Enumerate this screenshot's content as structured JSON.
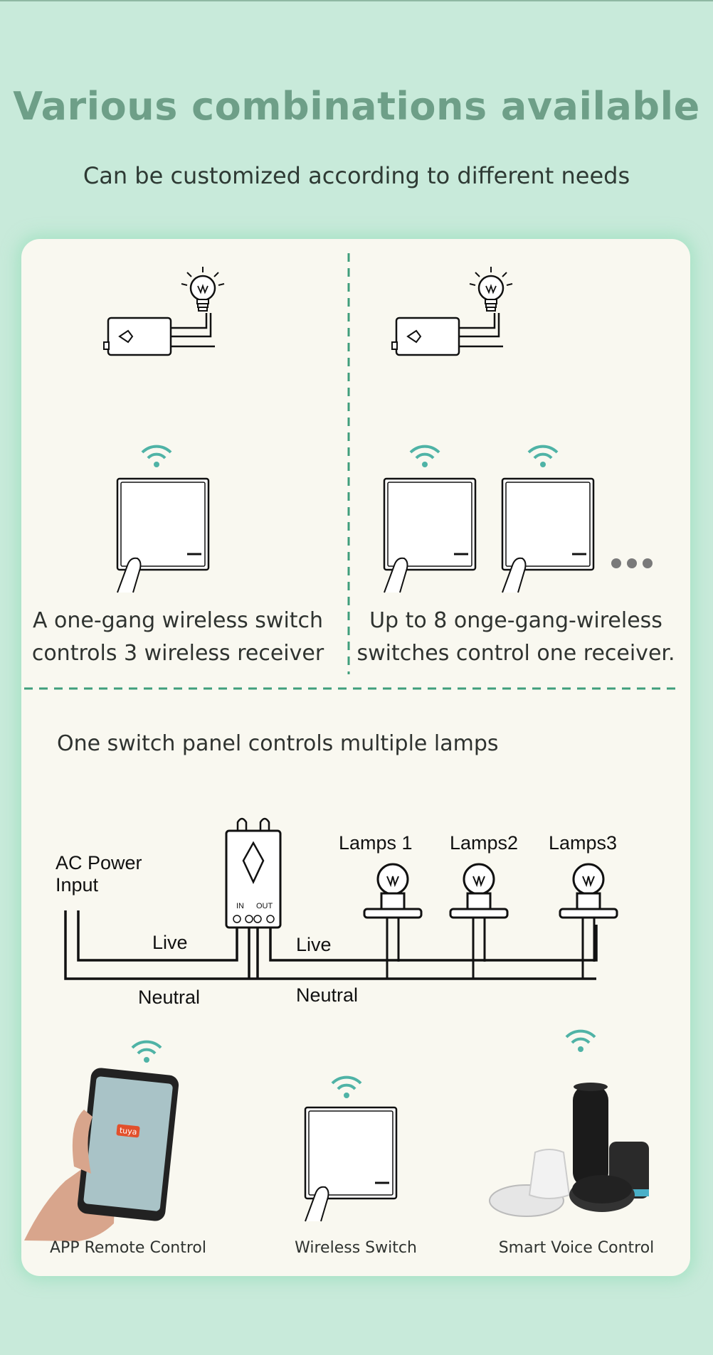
{
  "header": {
    "title": "Various combinations available",
    "subtitle": "Can be customized according to different needs"
  },
  "panel_left": {
    "caption_line1": "A  one-gang wireless switch",
    "caption_line2": "controls 3 wireless receiver"
  },
  "panel_right": {
    "caption_line1": "Up to 8 onge-gang-wireless",
    "caption_line2": "switches control one receiver."
  },
  "diagram": {
    "heading": "One switch panel controls multiple lamps",
    "ac_label_line1": "AC Power",
    "ac_label_line2": "Input",
    "live_left": "Live",
    "live_right": "Live",
    "neutral_left": "Neutral",
    "neutral_right": "Neutral",
    "lamp1": "Lamps 1",
    "lamp2": "Lamps2",
    "lamp3": "Lamps3",
    "in_label": "IN",
    "out_label": "OUT"
  },
  "controls": {
    "app": "APP Remote Control",
    "switch": "Wireless Switch",
    "voice": "Smart Voice Control",
    "phone_brand": "tuya"
  },
  "colors": {
    "background": "#c8eada",
    "title": "#6e9f88",
    "wifi": "#4fb3a6",
    "dash": "#3f9e7c"
  },
  "icons": [
    "bulb-icon",
    "receiver-icon",
    "wifi-icon",
    "switch-panel-icon",
    "hand-icon",
    "more-dots-icon",
    "phone-icon",
    "smart-speaker-icon"
  ]
}
